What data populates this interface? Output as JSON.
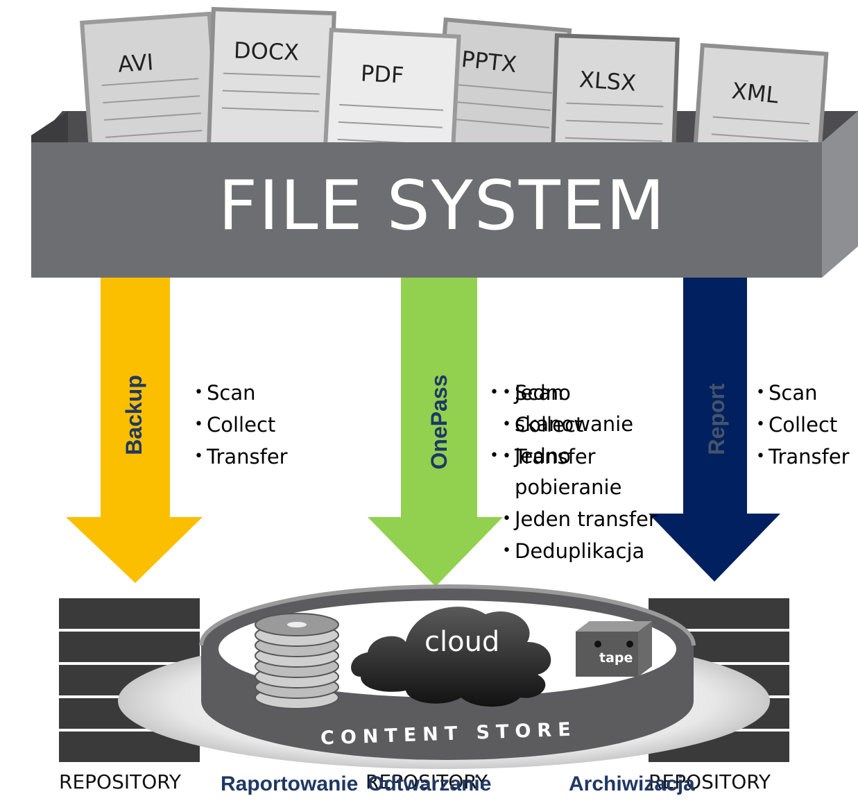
{
  "files": [
    "AVI",
    "DOCX",
    "PDF",
    "PPTX",
    "XLSX",
    "XML"
  ],
  "header": {
    "title": "FILE SYSTEM"
  },
  "flows": [
    {
      "name": "Backup",
      "color": "#fbbf00",
      "label_color": "#1f3864",
      "bullets": [
        "Scan",
        "Collect",
        "Transfer"
      ]
    },
    {
      "name": "OnePass",
      "color": "#92d050",
      "label_color": "#1f3864",
      "bullets": [
        "Scan",
        "Collect",
        "Transfer"
      ],
      "overlay_bullets": [
        "Jedno skanowanie",
        "Jedno pobieranie",
        "Jeden transfer",
        "Deduplikacja"
      ]
    },
    {
      "name": "Report",
      "color": "#002060",
      "label_color": "#44546a",
      "bullets": [
        "Scan",
        "Collect",
        "Transfer"
      ]
    }
  ],
  "store": {
    "title": "CONTENT STORE",
    "cloud_label": "cloud",
    "tape_label": "tape"
  },
  "repositories": [
    "REPOSITORY",
    "REPOSITORY",
    "REPOSITORY"
  ],
  "bottom_labels": [
    "Raportowanie",
    "Odtwarzanie",
    "Archiwizacja"
  ],
  "colors": {
    "box_face": "#6d6e71",
    "box_dark": "#4d4d4f",
    "box_side": "#8e8f92",
    "page": "#d9d9d9"
  }
}
